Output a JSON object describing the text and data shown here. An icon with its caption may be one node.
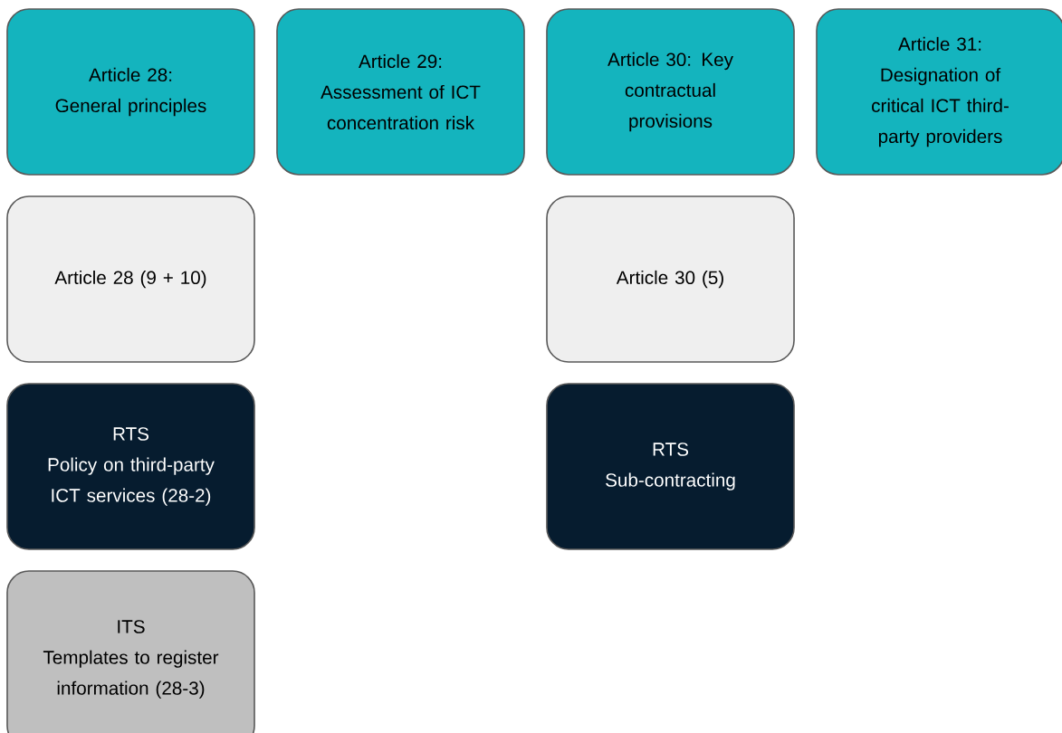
{
  "diagram": {
    "nodes": [
      {
        "text": [
          "Article 28: General principles"
        ]
      },
      {
        "text": [
          "Article 29: Assessment of ICT concentration risk"
        ]
      },
      {
        "text": [
          "Article 30: Key contractual provisions"
        ]
      },
      {
        "text": [
          "Article 31: Designation of critical ICT third-party providers"
        ]
      },
      {
        "text": [
          "Article 28 (9 + 10)"
        ]
      },
      {
        "text": [
          "Article 30 (5)"
        ]
      },
      {
        "text": [
          "RTS",
          "Policy on third-party ICT services (28-2)"
        ]
      },
      {
        "text": [
          "RTS",
          "Sub-contracting"
        ]
      },
      {
        "text": [
          "ITS",
          "Templates to register information (28-3)"
        ]
      }
    ]
  }
}
